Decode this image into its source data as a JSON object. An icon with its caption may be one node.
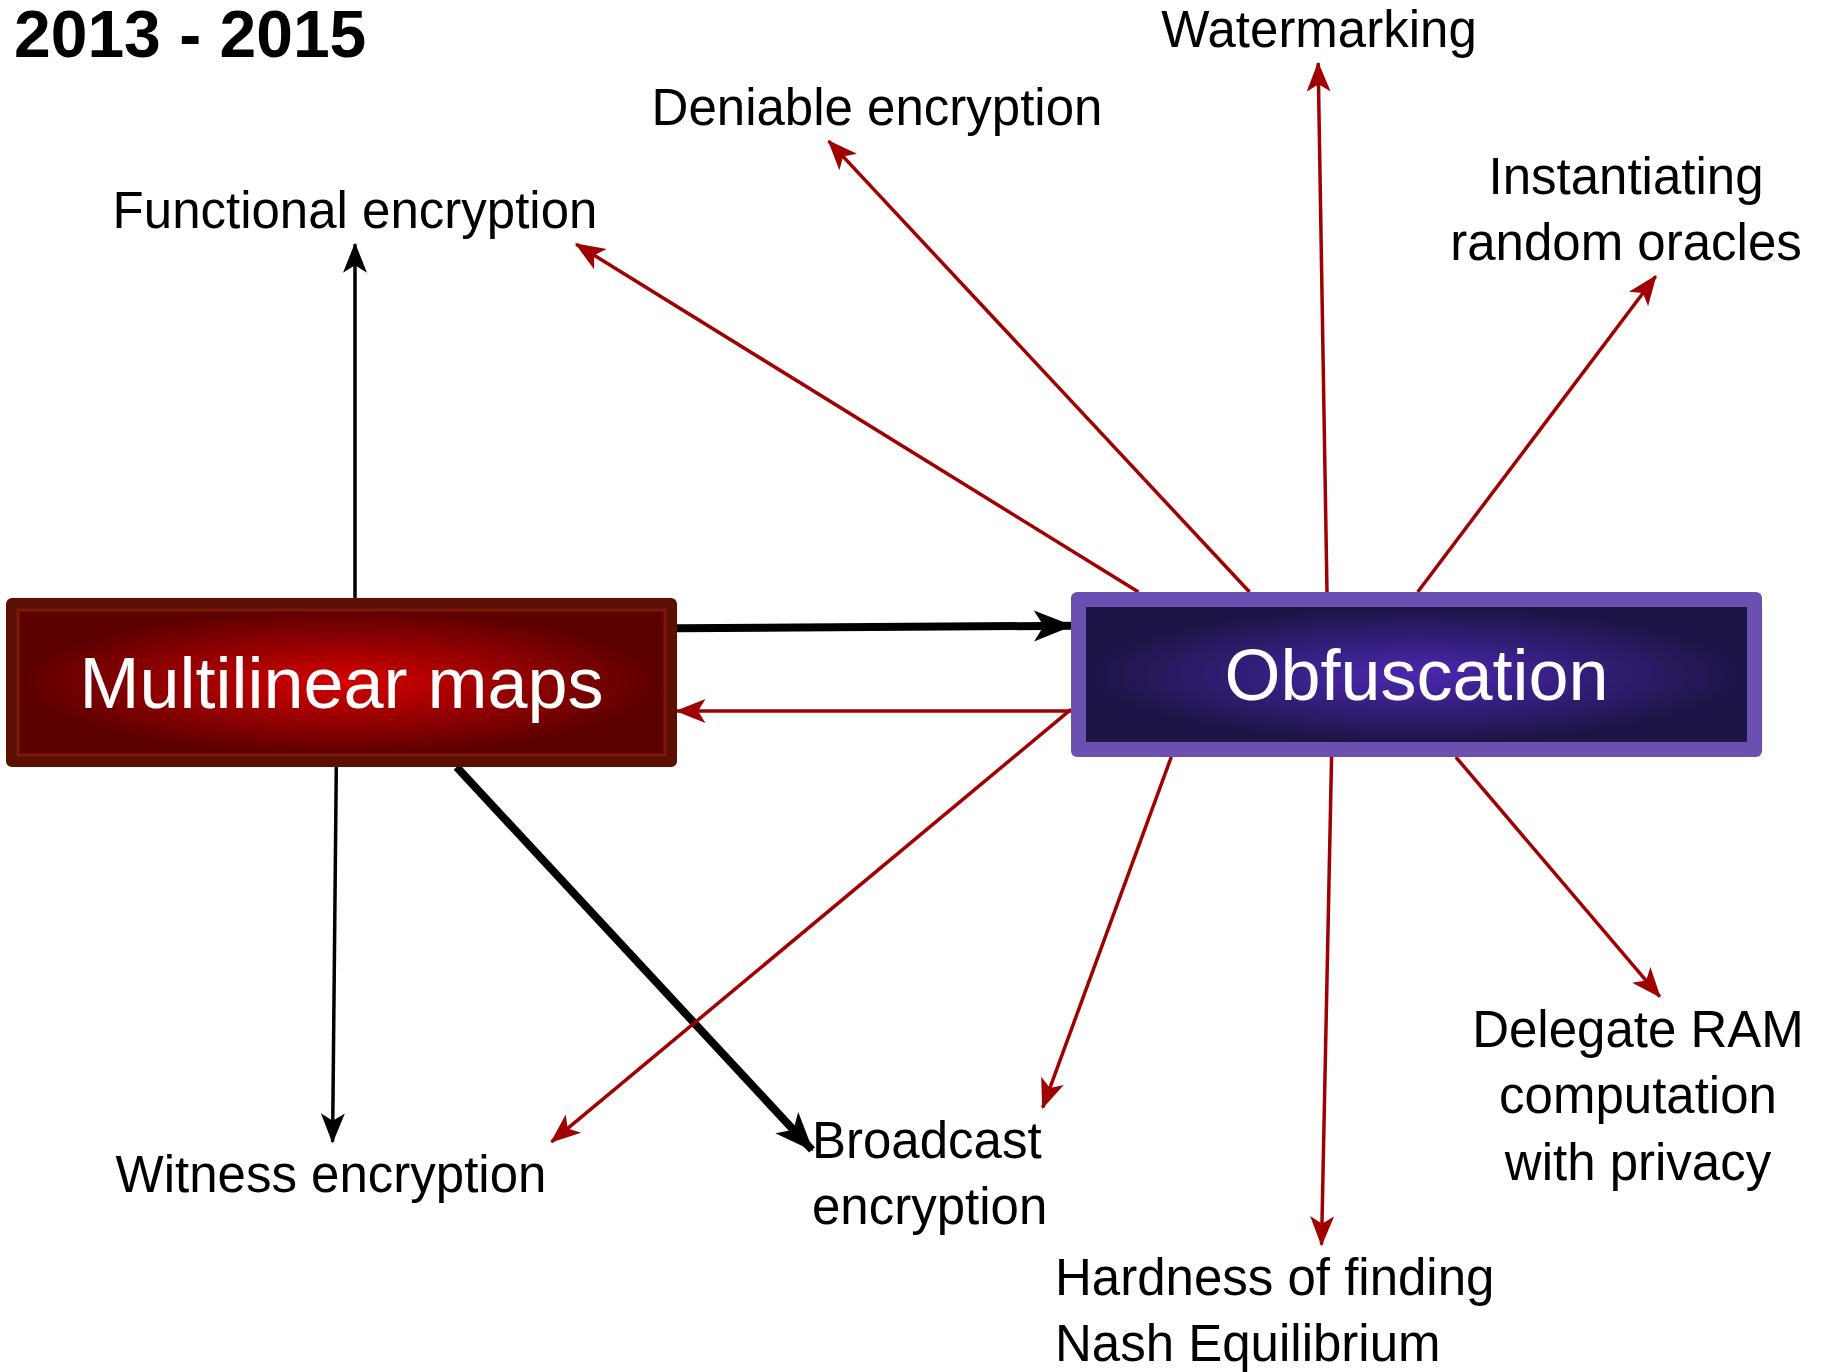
{
  "diagram": {
    "title": "2013 - 2015",
    "nodes": [
      {
        "text": [
          "Multilinear maps"
        ]
      },
      {
        "text": [
          "Obfuscation"
        ]
      },
      {
        "text": [
          "Functional encryption"
        ]
      },
      {
        "text": [
          "Deniable encryption"
        ]
      },
      {
        "text": [
          "Watermarking"
        ]
      },
      {
        "text": [
          "Instantiating random oracles"
        ]
      },
      {
        "text": [
          "Witness encryption"
        ]
      },
      {
        "text": [
          "Broadcast encryption"
        ]
      },
      {
        "text": [
          "Hardness of finding Nash Equilibrium"
        ]
      },
      {
        "text": [
          "Delegate RAM computation with privacy"
        ]
      }
    ],
    "edges": [
      {
        "from": 0,
        "to": 1,
        "arrow": "to",
        "style": "thick",
        "color": "#000000"
      },
      {
        "from": 1,
        "to": 0,
        "arrow": "to"
      },
      {
        "from": 0,
        "to": 2,
        "arrow": "to",
        "color": "#000000"
      },
      {
        "from": 0,
        "to": 6,
        "arrow": "to",
        "color": "#000000"
      },
      {
        "from": 0,
        "to": 7,
        "arrow": "to",
        "style": "thick",
        "color": "#000000"
      },
      {
        "from": 1,
        "to": 2,
        "arrow": "to"
      },
      {
        "from": 1,
        "to": 3,
        "arrow": "to"
      },
      {
        "from": 1,
        "to": 4,
        "arrow": "to"
      },
      {
        "from": 1,
        "to": 5,
        "arrow": "to"
      },
      {
        "from": 1,
        "to": 6,
        "arrow": "to"
      },
      {
        "from": 1,
        "to": 7,
        "arrow": "to"
      },
      {
        "from": 1,
        "to": 8,
        "arrow": "to"
      },
      {
        "from": 1,
        "to": 9,
        "arrow": "to"
      }
    ]
  }
}
